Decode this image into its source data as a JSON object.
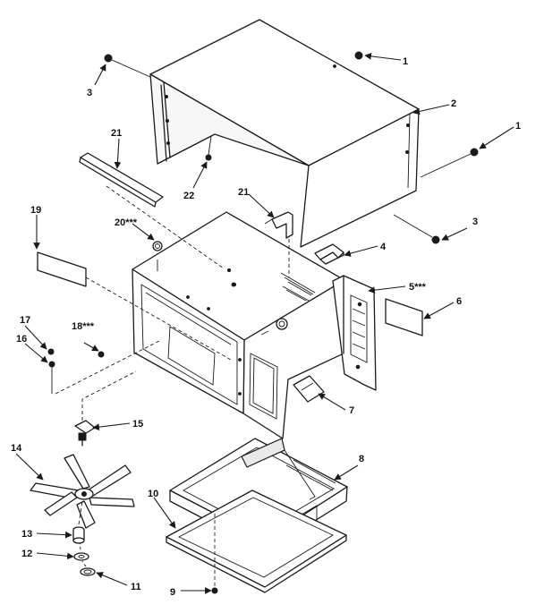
{
  "callouts": [
    {
      "key": "c1a",
      "text": "1"
    },
    {
      "key": "c1b",
      "text": "1"
    },
    {
      "key": "c2",
      "text": "2"
    },
    {
      "key": "c3a",
      "text": "3"
    },
    {
      "key": "c3b",
      "text": "3"
    },
    {
      "key": "c4",
      "text": "4"
    },
    {
      "key": "c5",
      "text": "5***"
    },
    {
      "key": "c6",
      "text": "6"
    },
    {
      "key": "c7",
      "text": "7"
    },
    {
      "key": "c8",
      "text": "8"
    },
    {
      "key": "c9",
      "text": "9"
    },
    {
      "key": "c10",
      "text": "10"
    },
    {
      "key": "c11",
      "text": "11"
    },
    {
      "key": "c12",
      "text": "12"
    },
    {
      "key": "c13",
      "text": "13"
    },
    {
      "key": "c14",
      "text": "14"
    },
    {
      "key": "c15",
      "text": "15"
    },
    {
      "key": "c16",
      "text": "16"
    },
    {
      "key": "c17",
      "text": "17"
    },
    {
      "key": "c18",
      "text": "18***"
    },
    {
      "key": "c19",
      "text": "19"
    },
    {
      "key": "c20",
      "text": "20***"
    },
    {
      "key": "c21a",
      "text": "21"
    },
    {
      "key": "c21b",
      "text": "21"
    },
    {
      "key": "c22",
      "text": "22"
    }
  ]
}
